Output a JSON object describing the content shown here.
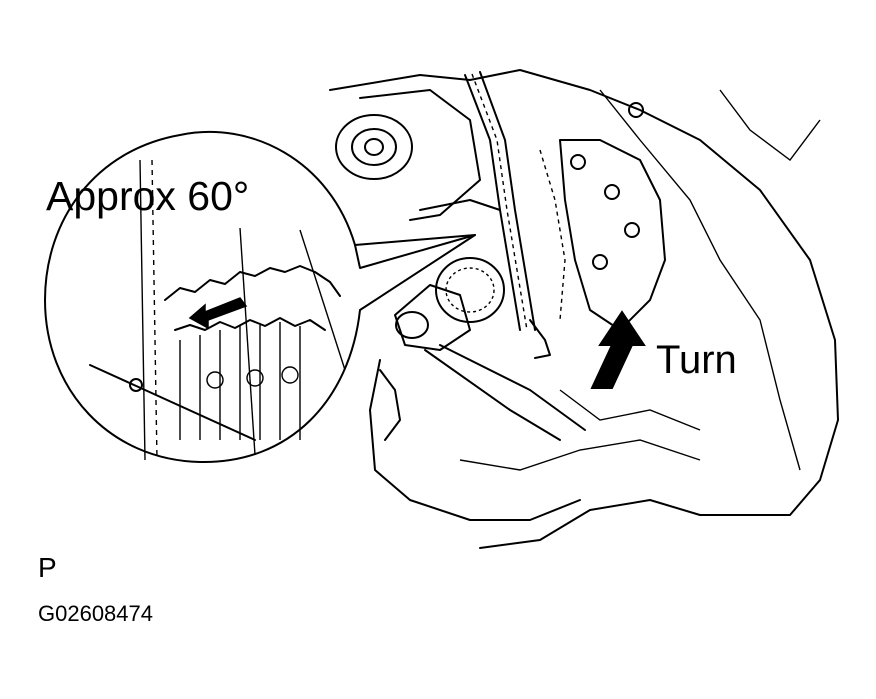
{
  "labels": {
    "angle": "Approx 60°",
    "turn": "Turn",
    "view": "P",
    "figure_id": "G02608474"
  },
  "colors": {
    "ink": "#000000",
    "paper": "#ffffff"
  }
}
